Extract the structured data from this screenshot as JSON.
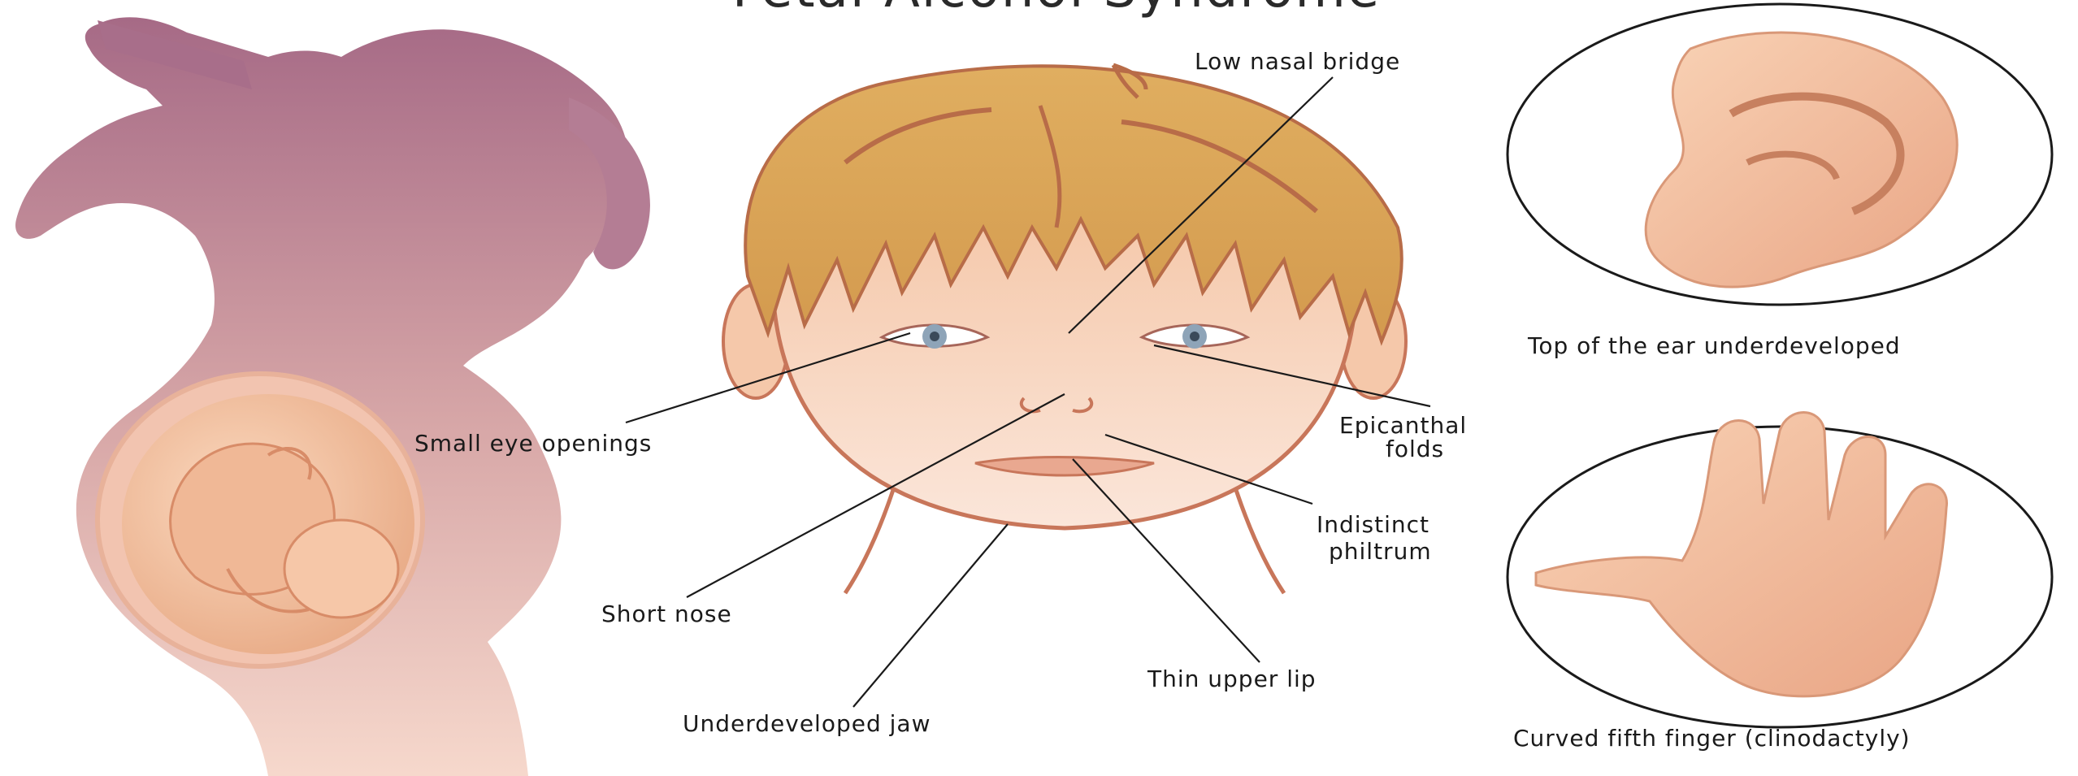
{
  "title": "Fetal Alcohol Syndrome",
  "labels": {
    "low_nasal_bridge": "Low nasal bridge",
    "small_eye_openings": "Small eye openings",
    "epicanthal_folds_1": "Epicanthal",
    "epicanthal_folds_2": "folds",
    "indistinct_philtrum_1": "Indistinct",
    "indistinct_philtrum_2": "philtrum",
    "short_nose": "Short nose",
    "thin_upper_lip": "Thin upper lip",
    "underdeveloped_jaw": "Underdeveloped jaw",
    "ear_caption": "Top of the ear underdeveloped",
    "hand_caption": "Curved fifth finger (clinodactyly)"
  },
  "colors": {
    "silhouette_top": "#a86e8a",
    "silhouette_bottom": "#f2cfc4",
    "hair": "#d9a259",
    "hair_line": "#b86c48",
    "skin": "#f7d2b8",
    "skin_line": "#c8765a",
    "eye": "#8ea4b8"
  }
}
